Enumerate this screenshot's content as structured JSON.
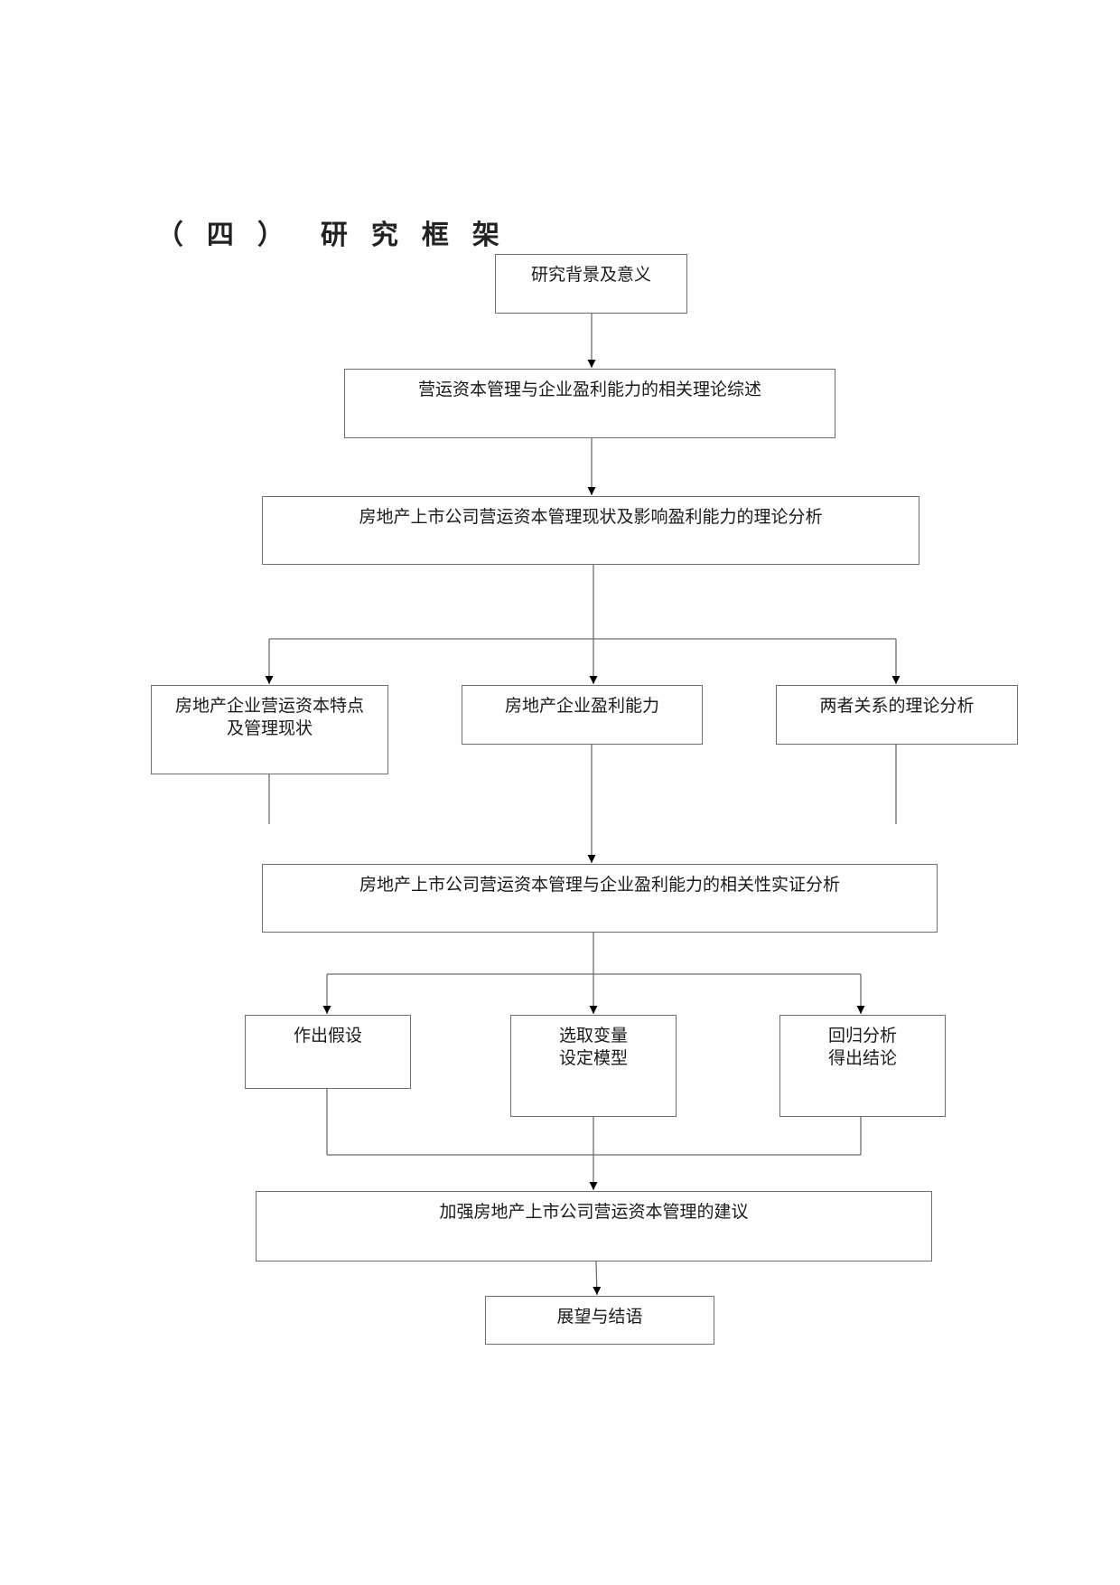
{
  "title": {
    "parts": [
      "（",
      "四",
      "）",
      "研",
      "究",
      "框",
      "架"
    ]
  },
  "flowchart": {
    "nodes": [
      {
        "id": "n1",
        "lines": [
          "研究背景及意义"
        ]
      },
      {
        "id": "n2",
        "lines": [
          "营运资本管理与企业盈利能力的相关理论综述"
        ]
      },
      {
        "id": "n3",
        "lines": [
          "房地产上市公司营运资本管理现状及影响盈利能力的理论分析"
        ]
      },
      {
        "id": "n4a",
        "lines": [
          "房地产企业营运资本特点",
          "及管理现状"
        ]
      },
      {
        "id": "n4b",
        "lines": [
          "房地产企业盈利能力"
        ]
      },
      {
        "id": "n4c",
        "lines": [
          "两者关系的理论分析"
        ]
      },
      {
        "id": "n5",
        "lines": [
          "房地产上市公司营运资本管理与企业盈利能力的相关性实证分析"
        ]
      },
      {
        "id": "n6a",
        "lines": [
          "作出假设"
        ]
      },
      {
        "id": "n6b",
        "lines": [
          "选取变量",
          "设定模型"
        ]
      },
      {
        "id": "n6c",
        "lines": [
          "回归分析",
          "得出结论"
        ]
      },
      {
        "id": "n7",
        "lines": [
          "加强房地产上市公司营运资本管理的建议"
        ]
      },
      {
        "id": "n8",
        "lines": [
          "展望与结语"
        ]
      }
    ],
    "edges": [
      [
        "n1",
        "n2"
      ],
      [
        "n2",
        "n3"
      ],
      [
        "n3",
        "n4a"
      ],
      [
        "n3",
        "n4b"
      ],
      [
        "n3",
        "n4c"
      ],
      [
        "n4a",
        "n5"
      ],
      [
        "n4b",
        "n5"
      ],
      [
        "n4c",
        "n5"
      ],
      [
        "n5",
        "n6a"
      ],
      [
        "n5",
        "n6b"
      ],
      [
        "n5",
        "n6c"
      ],
      [
        "n6a",
        "n7"
      ],
      [
        "n6b",
        "n7"
      ],
      [
        "n6c",
        "n7"
      ],
      [
        "n7",
        "n8"
      ]
    ]
  },
  "colors": {
    "line": "#6e6e6e",
    "arrow": "#000000",
    "text": "#1a1a1a"
  }
}
